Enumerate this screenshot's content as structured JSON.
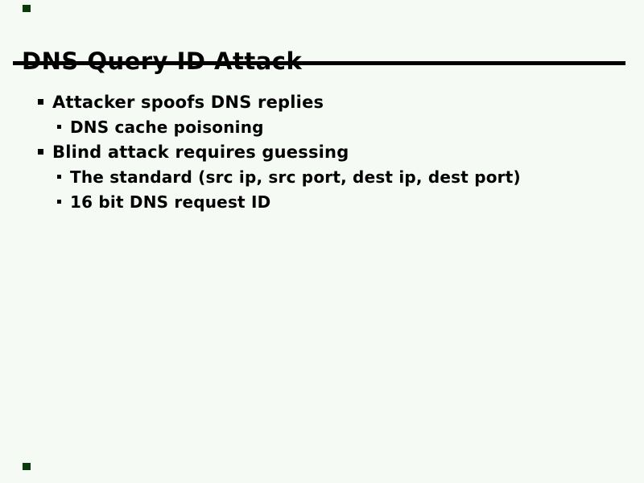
{
  "slide": {
    "title": "DNS Query ID Attack",
    "bullets": [
      {
        "level": 1,
        "text": "Attacker spoofs DNS replies"
      },
      {
        "level": 2,
        "text": "DNS cache poisoning"
      },
      {
        "level": 1,
        "text": "Blind attack requires guessing"
      },
      {
        "level": 2,
        "text": "The standard (src ip, src port, dest ip, dest port)"
      },
      {
        "level": 2,
        "text": "16 bit DNS request ID"
      }
    ],
    "icons": {
      "corner_marker": "small-dark-green-square"
    },
    "colors": {
      "background": "#f5faf5",
      "text": "#000000",
      "title_rule": "#000000",
      "bullet_marker": "#000000",
      "corner_marker": "#0b3a0b"
    }
  }
}
